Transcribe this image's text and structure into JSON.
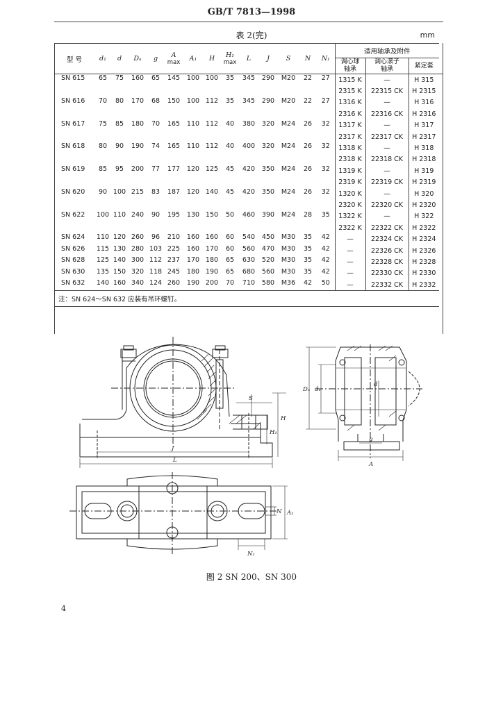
{
  "header": {
    "standard": "GB/T 7813—1998"
  },
  "table": {
    "caption": "表 2(完)",
    "unit": "mm",
    "headers": {
      "model": "型 号",
      "d1": "d₁",
      "d": "d",
      "Da": "Dₐ",
      "g": "g",
      "A": "A",
      "A_max": "max",
      "A1": "A₁",
      "H": "H",
      "H1": "H₁",
      "H1_max": "max",
      "L": "L",
      "J": "J",
      "S": "S",
      "N": "N",
      "N1": "N₁",
      "group": "适用轴承及附件",
      "ball_l1": "调心球",
      "ball_l2": "轴承",
      "roller_l1": "调心滚子",
      "roller_l2": "轴承",
      "sleeve": "紧定套"
    },
    "rows": [
      {
        "model": "SN 615",
        "d1": "65",
        "d": "75",
        "Da": "160",
        "g": "65",
        "A": "145",
        "A1": "100",
        "H": "100",
        "H1": "35",
        "L": "345",
        "J": "290",
        "S": "M20",
        "N": "22",
        "N1": "27",
        "fit": [
          {
            "ball": "1315 K",
            "roller": "—",
            "sleeve": "H 315"
          },
          {
            "ball": "2315 K",
            "roller": "22315 CK",
            "sleeve": "H 2315"
          }
        ]
      },
      {
        "model": "SN 616",
        "d1": "70",
        "d": "80",
        "Da": "170",
        "g": "68",
        "A": "150",
        "A1": "100",
        "H": "112",
        "H1": "35",
        "L": "345",
        "J": "290",
        "S": "M20",
        "N": "22",
        "N1": "27",
        "fit": [
          {
            "ball": "1316 K",
            "roller": "—",
            "sleeve": "H 316"
          },
          {
            "ball": "2316 K",
            "roller": "22316 CK",
            "sleeve": "H 2316"
          }
        ]
      },
      {
        "model": "SN 617",
        "d1": "75",
        "d": "85",
        "Da": "180",
        "g": "70",
        "A": "165",
        "A1": "110",
        "H": "112",
        "H1": "40",
        "L": "380",
        "J": "320",
        "S": "M24",
        "N": "26",
        "N1": "32",
        "fit": [
          {
            "ball": "1317 K",
            "roller": "—",
            "sleeve": "H 317"
          },
          {
            "ball": "2317 K",
            "roller": "22317 CK",
            "sleeve": "H 2317"
          }
        ]
      },
      {
        "model": "SN 618",
        "d1": "80",
        "d": "90",
        "Da": "190",
        "g": "74",
        "A": "165",
        "A1": "110",
        "H": "112",
        "H1": "40",
        "L": "400",
        "J": "320",
        "S": "M24",
        "N": "26",
        "N1": "32",
        "fit": [
          {
            "ball": "1318 K",
            "roller": "—",
            "sleeve": "H 318"
          },
          {
            "ball": "2318 K",
            "roller": "22318 CK",
            "sleeve": "H 2318"
          }
        ]
      },
      {
        "model": "SN 619",
        "d1": "85",
        "d": "95",
        "Da": "200",
        "g": "77",
        "A": "177",
        "A1": "120",
        "H": "125",
        "H1": "45",
        "L": "420",
        "J": "350",
        "S": "M24",
        "N": "26",
        "N1": "32",
        "fit": [
          {
            "ball": "1319 K",
            "roller": "—",
            "sleeve": "H 319"
          },
          {
            "ball": "2319 K",
            "roller": "22319 CK",
            "sleeve": "H 2319"
          }
        ]
      },
      {
        "model": "SN 620",
        "d1": "90",
        "d": "100",
        "Da": "215",
        "g": "83",
        "A": "187",
        "A1": "120",
        "H": "140",
        "H1": "45",
        "L": "420",
        "J": "350",
        "S": "M24",
        "N": "26",
        "N1": "32",
        "fit": [
          {
            "ball": "1320 K",
            "roller": "—",
            "sleeve": "H 320"
          },
          {
            "ball": "2320 K",
            "roller": "22320 CK",
            "sleeve": "H 2320"
          }
        ]
      },
      {
        "model": "SN 622",
        "d1": "100",
        "d": "110",
        "Da": "240",
        "g": "90",
        "A": "195",
        "A1": "130",
        "H": "150",
        "H1": "50",
        "L": "460",
        "J": "390",
        "S": "M24",
        "N": "28",
        "N1": "35",
        "fit": [
          {
            "ball": "1322 K",
            "roller": "—",
            "sleeve": "H 322"
          },
          {
            "ball": "2322 K",
            "roller": "22322 CK",
            "sleeve": "H 2322"
          }
        ]
      },
      {
        "model": "SN 624",
        "d1": "110",
        "d": "120",
        "Da": "260",
        "g": "96",
        "A": "210",
        "A1": "160",
        "H": "160",
        "H1": "60",
        "L": "540",
        "J": "450",
        "S": "M30",
        "N": "35",
        "N1": "42",
        "fit": [
          {
            "ball": "—",
            "roller": "22324 CK",
            "sleeve": "H 2324"
          }
        ]
      },
      {
        "model": "SN 626",
        "d1": "115",
        "d": "130",
        "Da": "280",
        "g": "103",
        "A": "225",
        "A1": "160",
        "H": "170",
        "H1": "60",
        "L": "560",
        "J": "470",
        "S": "M30",
        "N": "35",
        "N1": "42",
        "fit": [
          {
            "ball": "—",
            "roller": "22326 CK",
            "sleeve": "H 2326"
          }
        ]
      },
      {
        "model": "SN 628",
        "d1": "125",
        "d": "140",
        "Da": "300",
        "g": "112",
        "A": "237",
        "A1": "170",
        "H": "180",
        "H1": "65",
        "L": "630",
        "J": "520",
        "S": "M30",
        "N": "35",
        "N1": "42",
        "fit": [
          {
            "ball": "—",
            "roller": "22328 CK",
            "sleeve": "H 2328"
          }
        ]
      },
      {
        "model": "SN 630",
        "d1": "135",
        "d": "150",
        "Da": "320",
        "g": "118",
        "A": "245",
        "A1": "180",
        "H": "190",
        "H1": "65",
        "L": "680",
        "J": "560",
        "S": "M30",
        "N": "35",
        "N1": "42",
        "fit": [
          {
            "ball": "—",
            "roller": "22330 CK",
            "sleeve": "H 2330"
          }
        ]
      },
      {
        "model": "SN 632",
        "d1": "140",
        "d": "160",
        "Da": "340",
        "g": "124",
        "A": "260",
        "A1": "190",
        "H": "200",
        "H1": "70",
        "L": "710",
        "J": "580",
        "S": "M36",
        "N": "42",
        "N1": "50",
        "fit": [
          {
            "ball": "—",
            "roller": "22332 CK",
            "sleeve": "H 2332"
          }
        ]
      }
    ],
    "note": "注：SN 624～SN 632 应装有吊环螺钉。"
  },
  "figure": {
    "labels": {
      "S": "S",
      "H": "H",
      "H1": "H₁",
      "J": "J",
      "L": "L",
      "Da": "Dₐ",
      "d1": "d₁",
      "d": "d",
      "g": "g",
      "A": "A",
      "N": "N",
      "A1": "A₁",
      "N1": "N₁"
    },
    "caption": "图 2  SN 200、SN 300"
  },
  "page": {
    "number": "4"
  }
}
